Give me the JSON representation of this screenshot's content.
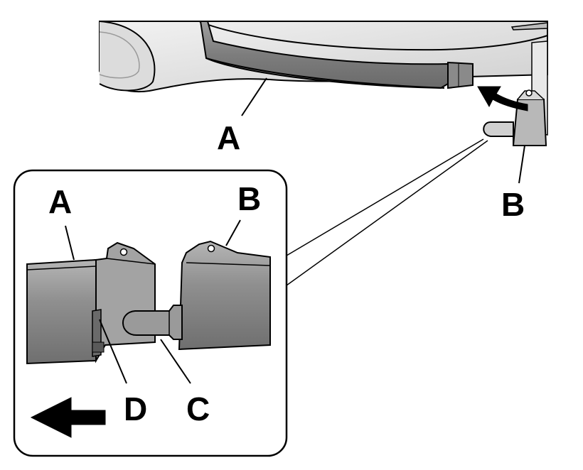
{
  "colors": {
    "body_light": "#e6e6e6",
    "body_mid": "#c9c9c9",
    "trim_dark": "#8c8c8c",
    "outline": "#000000",
    "background": "#ffffff"
  },
  "icons": {
    "move_arrow": "arrow-curved-up-left-icon",
    "direction_arrow": "arrow-left-icon"
  },
  "labels": {
    "main_A": "A",
    "main_B": "B",
    "detail_A": "A",
    "detail_B": "B",
    "detail_C": "C",
    "detail_D": "D"
  }
}
